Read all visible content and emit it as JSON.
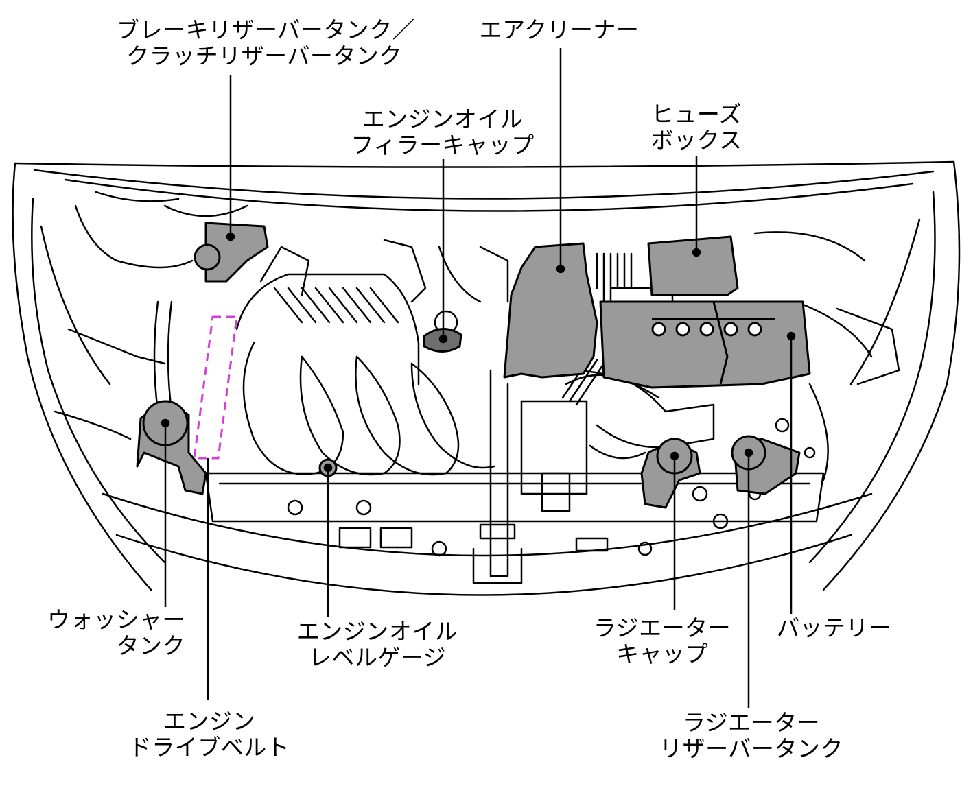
{
  "labels": {
    "brake_reservoir": {
      "line1": "ブレーキリザーバータンク／",
      "line2": "クラッチリザーバータンク"
    },
    "air_cleaner": {
      "line1": "エアクリーナー"
    },
    "oil_filler_cap": {
      "line1": "エンジンオイル",
      "line2": "フィラーキャップ"
    },
    "fuse_box": {
      "line1": "ヒューズ",
      "line2": "ボックス"
    },
    "washer_tank": {
      "line1": "ウォッシャー",
      "line2": "タンク"
    },
    "oil_level_gauge": {
      "line1": "エンジンオイル",
      "line2": "レベルゲージ"
    },
    "radiator_cap": {
      "line1": "ラジエーター",
      "line2": "キャップ"
    },
    "battery": {
      "line1": "バッテリー"
    },
    "drive_belt": {
      "line1": "エンジン",
      "line2": "ドライブベルト"
    },
    "radiator_reservoir": {
      "line1": "ラジエーター",
      "line2": "リザーバータンク"
    }
  },
  "colors": {
    "component_fill": "#9a9a9a",
    "outline": "#000000",
    "belt_highlight": "#d63fd6",
    "background": "#ffffff"
  }
}
